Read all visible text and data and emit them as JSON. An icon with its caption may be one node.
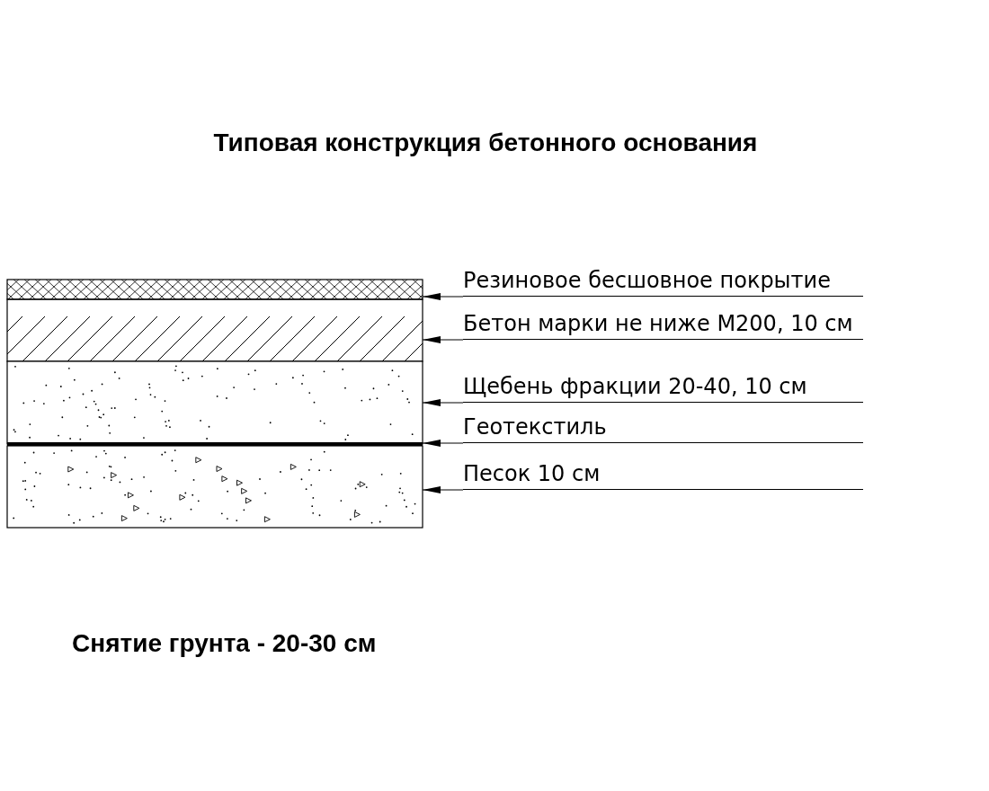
{
  "diagram": {
    "title": "Типовая конструкция бетонного основания",
    "nodes": [
      {
        "text": [],
        "shape": "bar"
      },
      {
        "text": [],
        "shape": "bar"
      },
      {
        "text": [],
        "shape": "bar"
      },
      {
        "text": [],
        "shape": "bar"
      },
      {
        "text": [],
        "shape": "bar"
      },
      {
        "text": [
          "Резиновое бесшовное покрытие"
        ]
      },
      {
        "text": [
          "Бетон марки не ниже М200, 10 см"
        ]
      },
      {
        "text": [
          "Щебень фракции 20-40, 10 см"
        ]
      },
      {
        "text": [
          "Геотекстиль"
        ]
      },
      {
        "text": [
          "Песок 10 см"
        ]
      }
    ],
    "edges": [
      {
        "from": 5,
        "to": 0,
        "arrow": "to"
      },
      {
        "from": 6,
        "to": 1,
        "arrow": "to"
      },
      {
        "from": 7,
        "to": 2,
        "arrow": "to"
      },
      {
        "from": 8,
        "to": 3,
        "arrow": "to"
      },
      {
        "from": 9,
        "to": 4,
        "arrow": "to"
      }
    ],
    "labels": [
      "Снятие грунта - 20-30 см"
    ]
  }
}
